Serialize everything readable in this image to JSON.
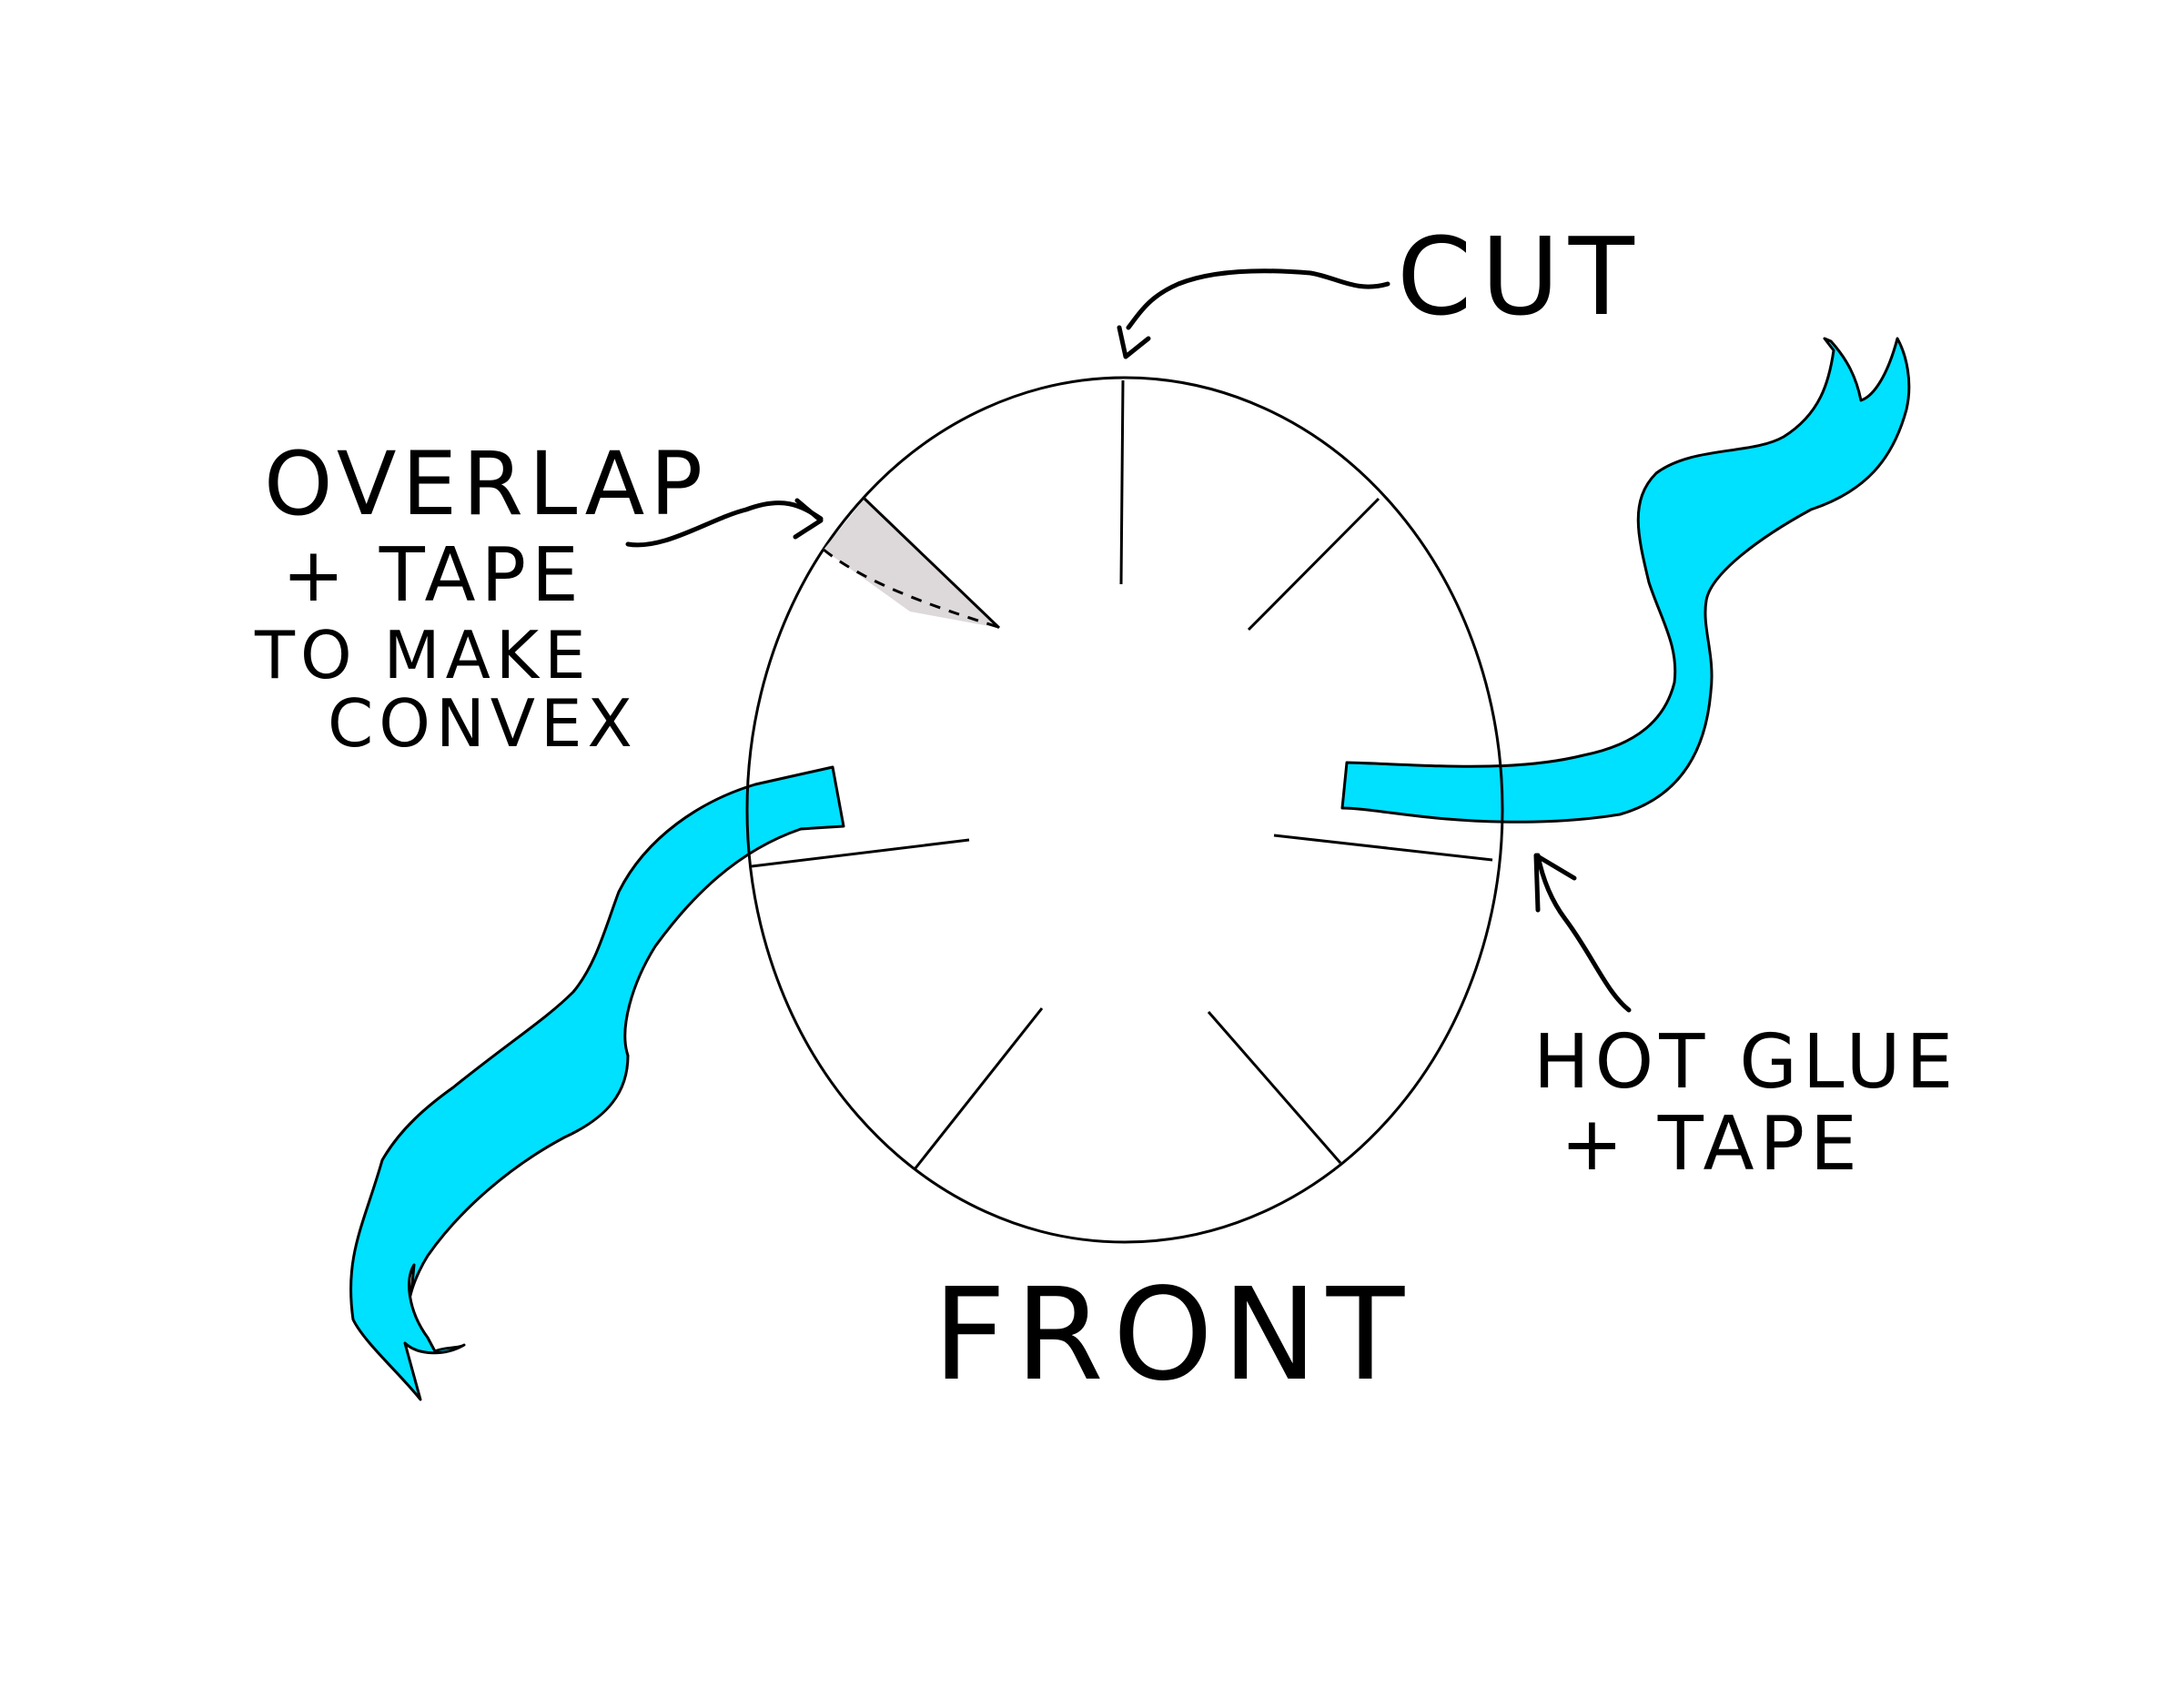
{
  "labels": {
    "cut": "CUT",
    "overlap_line1": "OVERLAP",
    "overlap_line2": "+ TAPE",
    "overlap_line3": "TO MAKE",
    "overlap_line4": "CONVEX",
    "hot_glue_line1": "HOT GLUE",
    "hot_glue_line2": "+ TAPE",
    "front": "FRONT"
  },
  "colors": {
    "strap": "#00E0FF",
    "overlap_fill": "#DDD8DA",
    "ink": "#000000",
    "background": "#FFFFFF"
  }
}
